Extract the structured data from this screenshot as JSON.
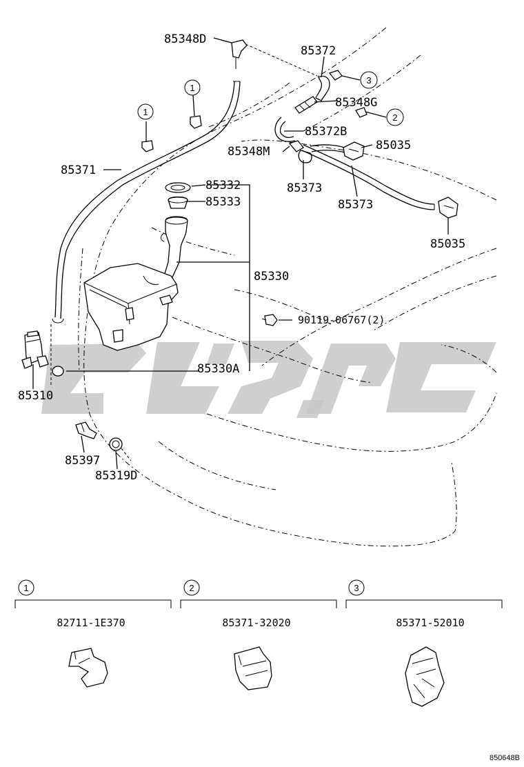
{
  "callouts": {
    "p85348D": "85348D",
    "p85372": "85372",
    "p85348G": "85348G",
    "p85372B": "85372B",
    "p85348M": "85348M",
    "p85035a": "85035",
    "p85373a": "85373",
    "p85373b": "85373",
    "p85035b": "85035",
    "p85371": "85371",
    "p85332": "85332",
    "p85333": "85333",
    "p85330": "85330",
    "p90119": "90119-06767(2)",
    "p85330A": "85330A",
    "p85310": "85310",
    "p85397": "85397",
    "p85319D": "85319D"
  },
  "markers": {
    "m1a": "1",
    "m1b": "1",
    "m2": "2",
    "m3": "3"
  },
  "legend": {
    "items": [
      {
        "marker": "1",
        "part_no": "82711-1E370"
      },
      {
        "marker": "2",
        "part_no": "85371-32020"
      },
      {
        "marker": "3",
        "part_no": "85371-52010"
      }
    ]
  },
  "figure_ref": "850648B"
}
